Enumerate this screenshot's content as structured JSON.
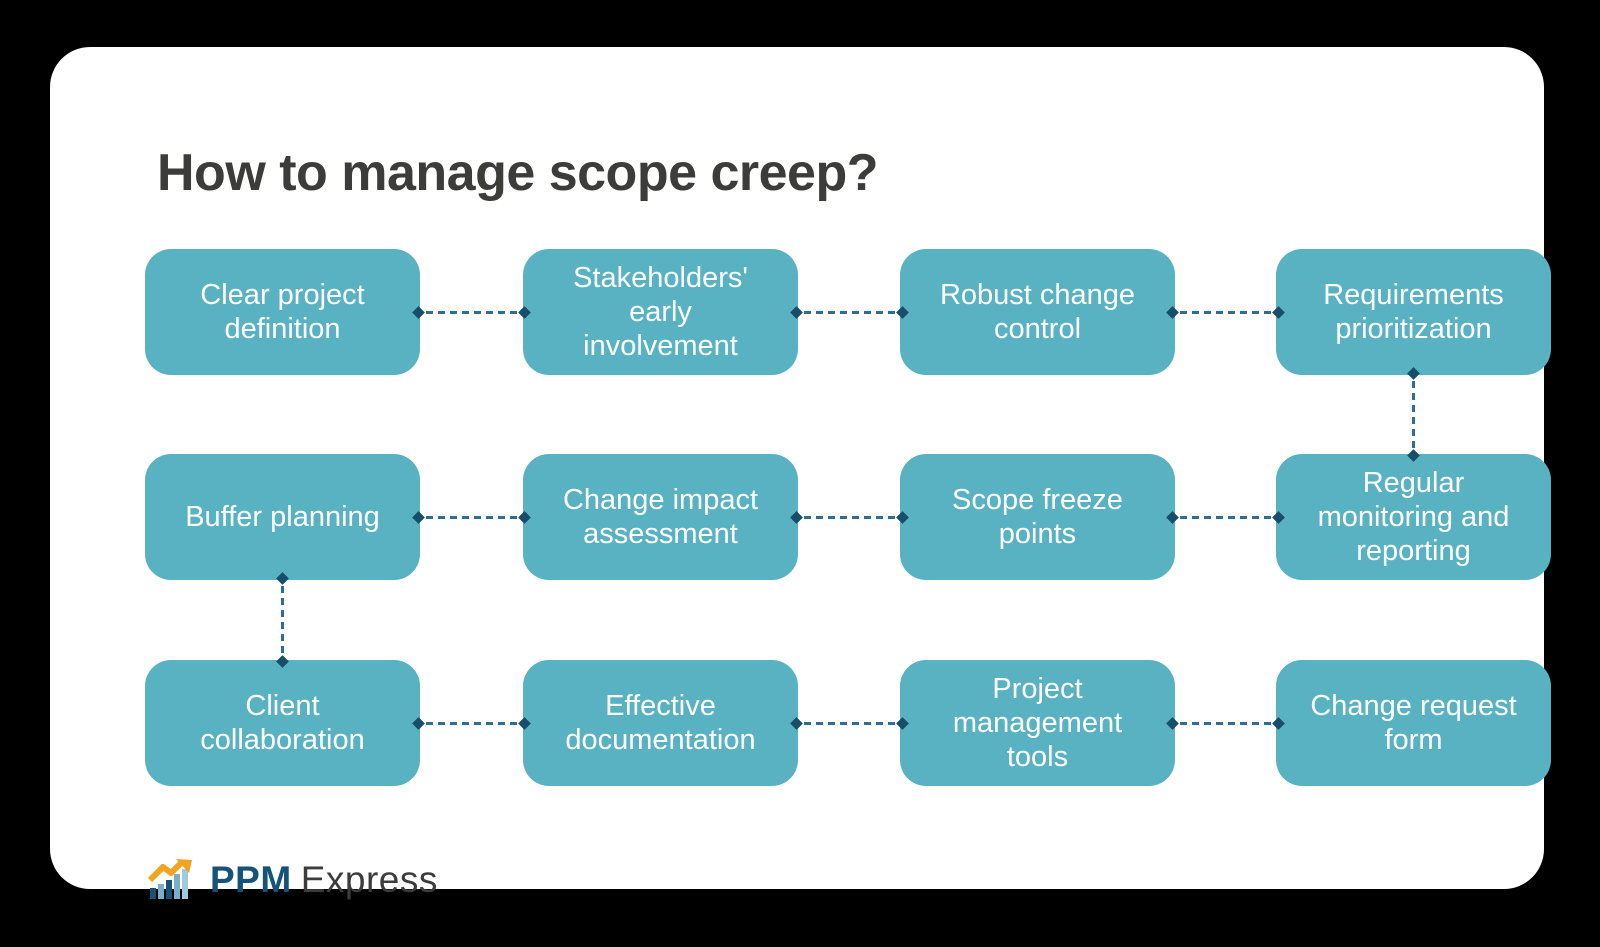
{
  "title": "How to manage scope creep?",
  "boxes": [
    {
      "label": "Clear project definition"
    },
    {
      "label": "Stakeholders' early involvement"
    },
    {
      "label": "Robust change control"
    },
    {
      "label": "Requirements prioritization"
    },
    {
      "label": "Buffer planning"
    },
    {
      "label": "Change impact assessment"
    },
    {
      "label": "Scope freeze points"
    },
    {
      "label": "Regular monitoring and reporting"
    },
    {
      "label": "Client collaboration"
    },
    {
      "label": "Effective documentation"
    },
    {
      "label": "Project management tools"
    },
    {
      "label": "Change request form"
    }
  ],
  "logo": {
    "ppm": "PPM",
    "express": "Express",
    "icon": "trending-bar-chart-icon"
  },
  "colors": {
    "background": "#000000",
    "card": "#FFFFFF",
    "box_fill": "#59B2C2",
    "box_text": "#FFFFFF",
    "title_text": "#3C3C3B",
    "connector_line": "#2E6E96",
    "connector_diamond": "#174E6C",
    "logo_ppm": "#155379",
    "logo_express": "#3C3C3C",
    "logo_arrow": "#F2A41F",
    "logo_bar_dark": "#1A5276",
    "logo_bar_light": "#7AAEC9",
    "logo_bar_lightest": "#9FCBDD"
  }
}
